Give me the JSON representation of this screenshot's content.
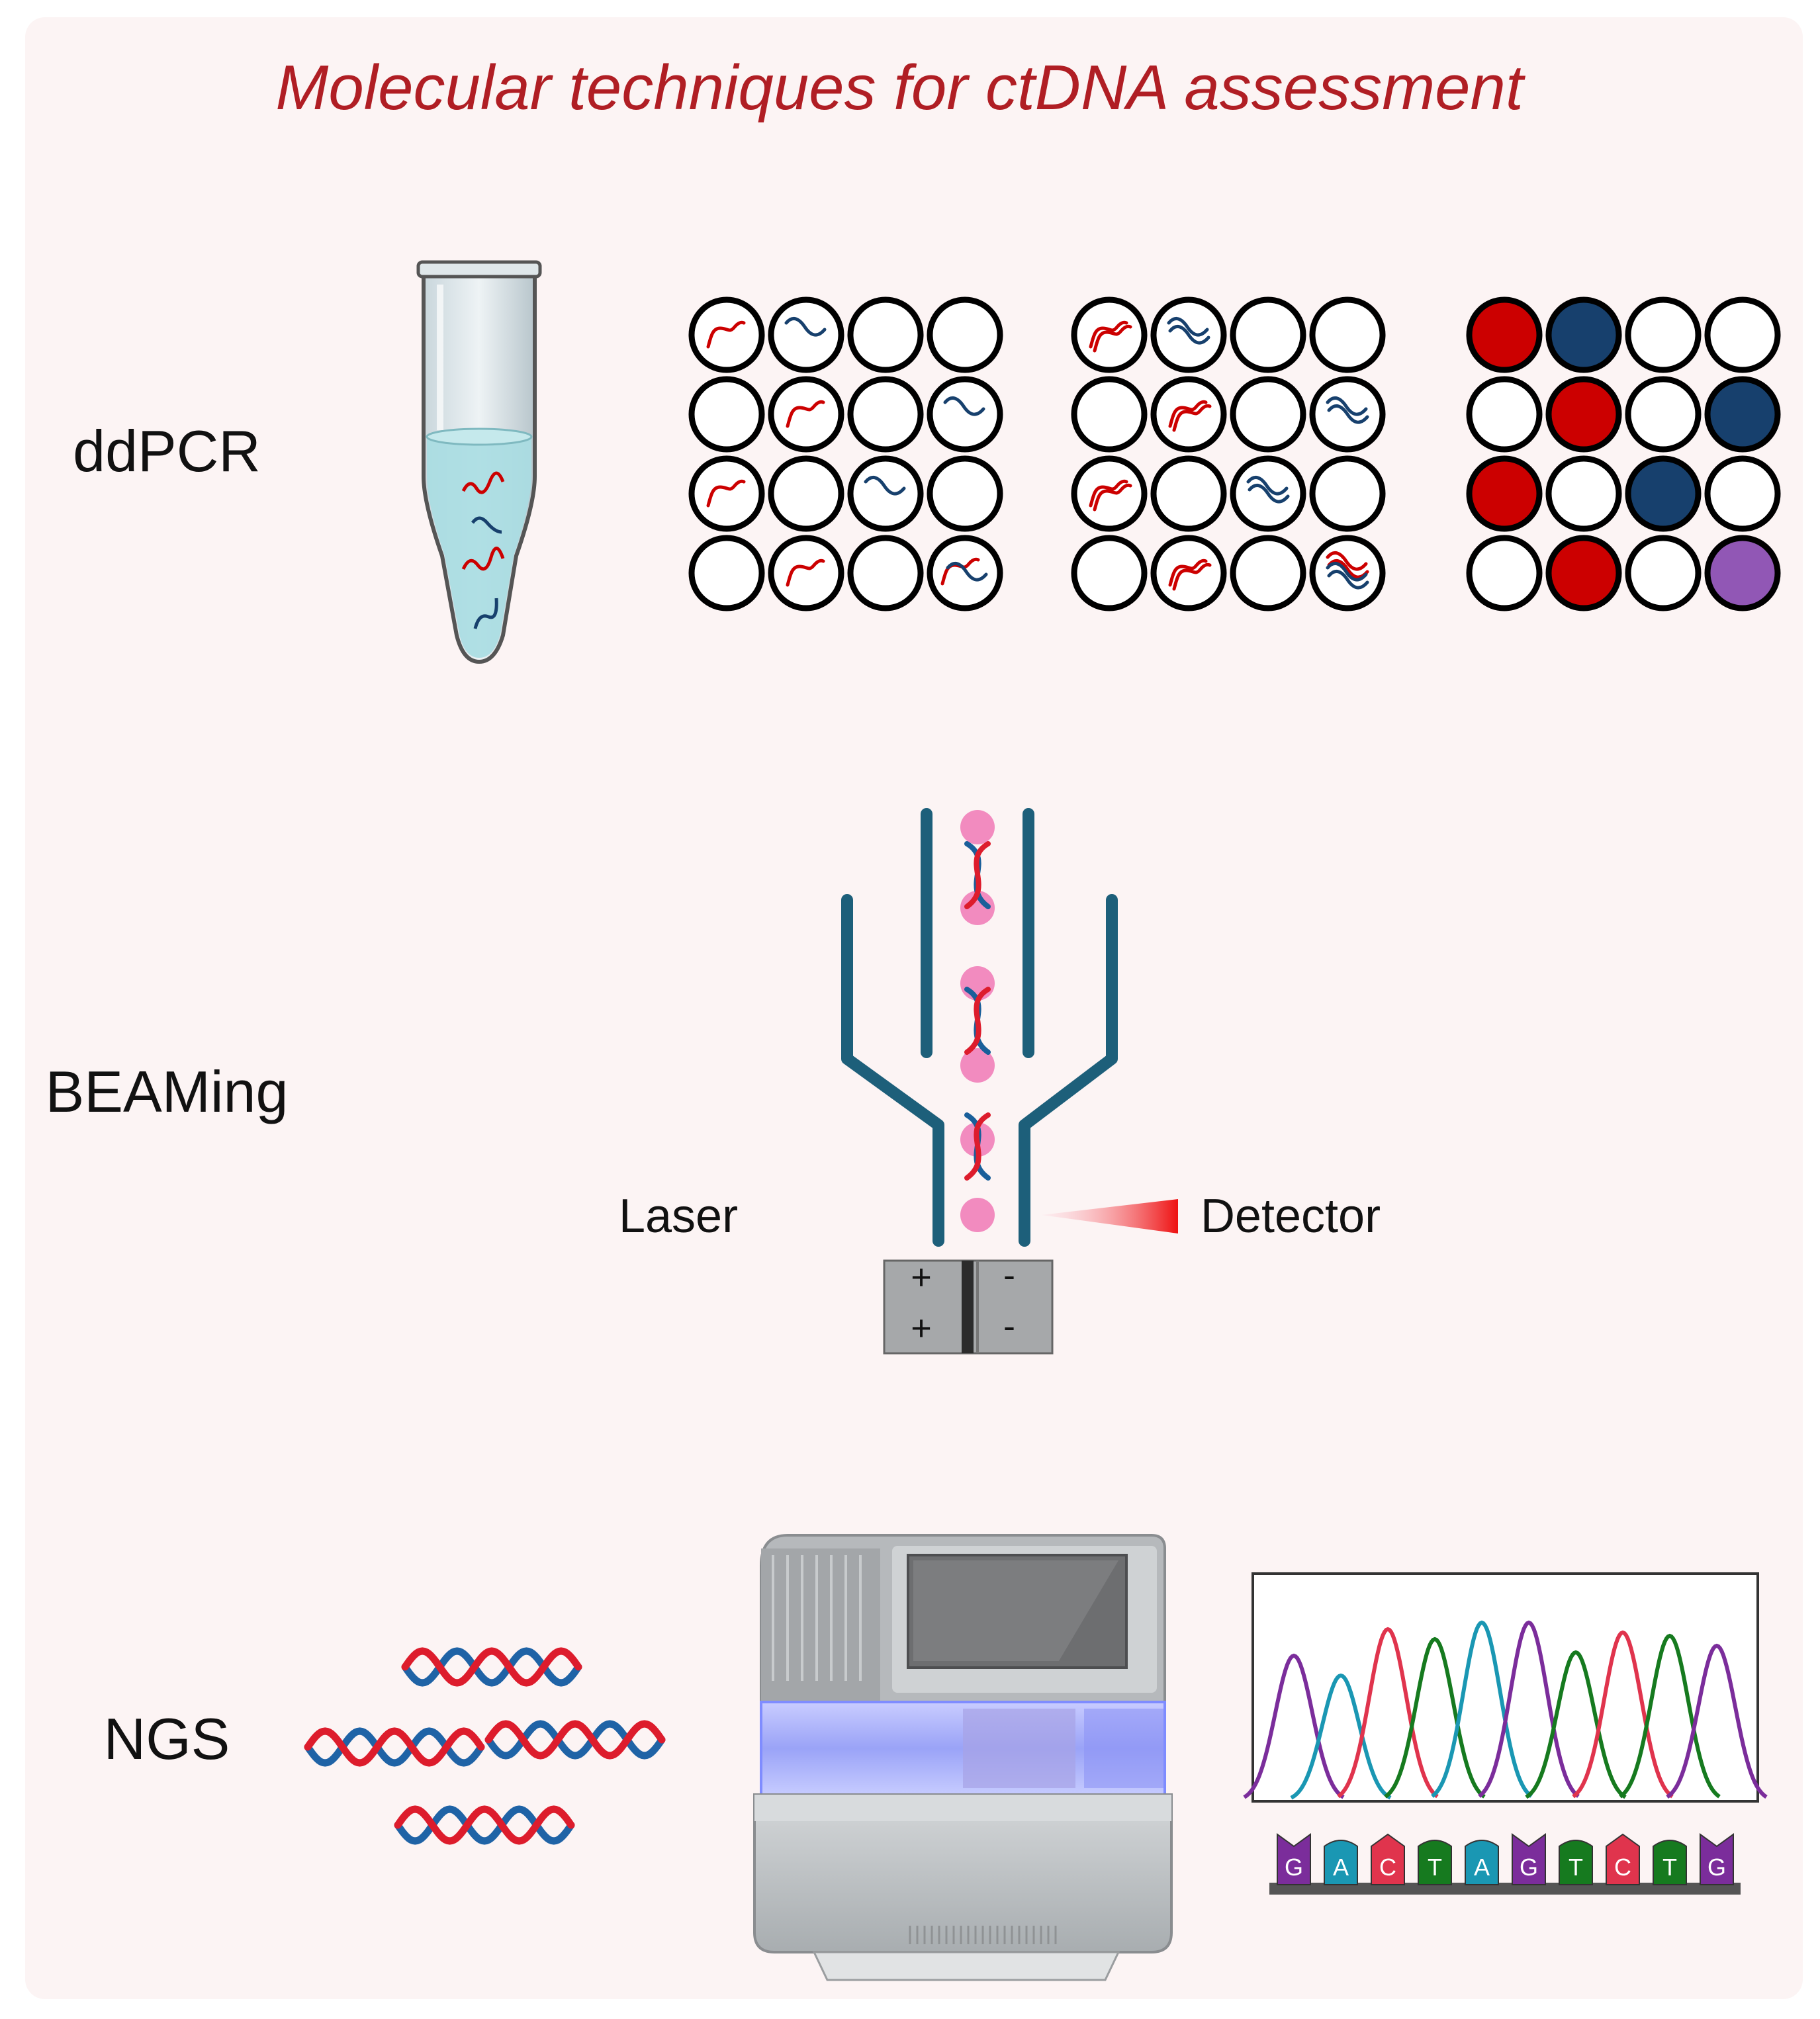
{
  "title": "Molecular techniques for ctDNA assessment",
  "rows": {
    "ddpcr": {
      "label": "ddPCR"
    },
    "beaming": {
      "label": "BEAMing",
      "laser_label": "Laser",
      "detector_label": "Detector"
    },
    "ngs": {
      "label": "NGS"
    }
  },
  "ddpcr_grids": [
    {
      "cells": [
        "r",
        "b",
        "e",
        "e",
        "e",
        "r",
        "e",
        "b",
        "r",
        "e",
        "b",
        "e",
        "e",
        "r",
        "e",
        "rb"
      ]
    },
    {
      "cells": [
        "r2",
        "b2",
        "e",
        "e",
        "e",
        "r2",
        "e",
        "b2",
        "r2",
        "e",
        "b2",
        "e",
        "e",
        "r2",
        "e",
        "rb2"
      ]
    },
    {
      "cells": [
        "R",
        "B",
        "e",
        "e",
        "e",
        "R",
        "e",
        "B",
        "R",
        "e",
        "B",
        "e",
        "e",
        "R",
        "e",
        "P"
      ]
    }
  ],
  "electrode_signs": {
    "left_top": "+",
    "left_bottom": "+",
    "right_top": "-",
    "right_bottom": "-"
  },
  "sequence": [
    "G",
    "A",
    "C",
    "T",
    "A",
    "G",
    "T",
    "C",
    "T",
    "G"
  ],
  "colors": {
    "title": "#b01e24",
    "background": "#fcf4f4",
    "mutant_red": "#cc0000",
    "wildtype_blue": "#17406d",
    "channel_teal": "#1d5f7a",
    "bead_pink": "#f28bbf",
    "base_G": "#7b2d9b",
    "base_A": "#1a97b3",
    "base_C": "#e0344d",
    "base_T": "#167a1f",
    "purple_well": "#9157b5"
  }
}
